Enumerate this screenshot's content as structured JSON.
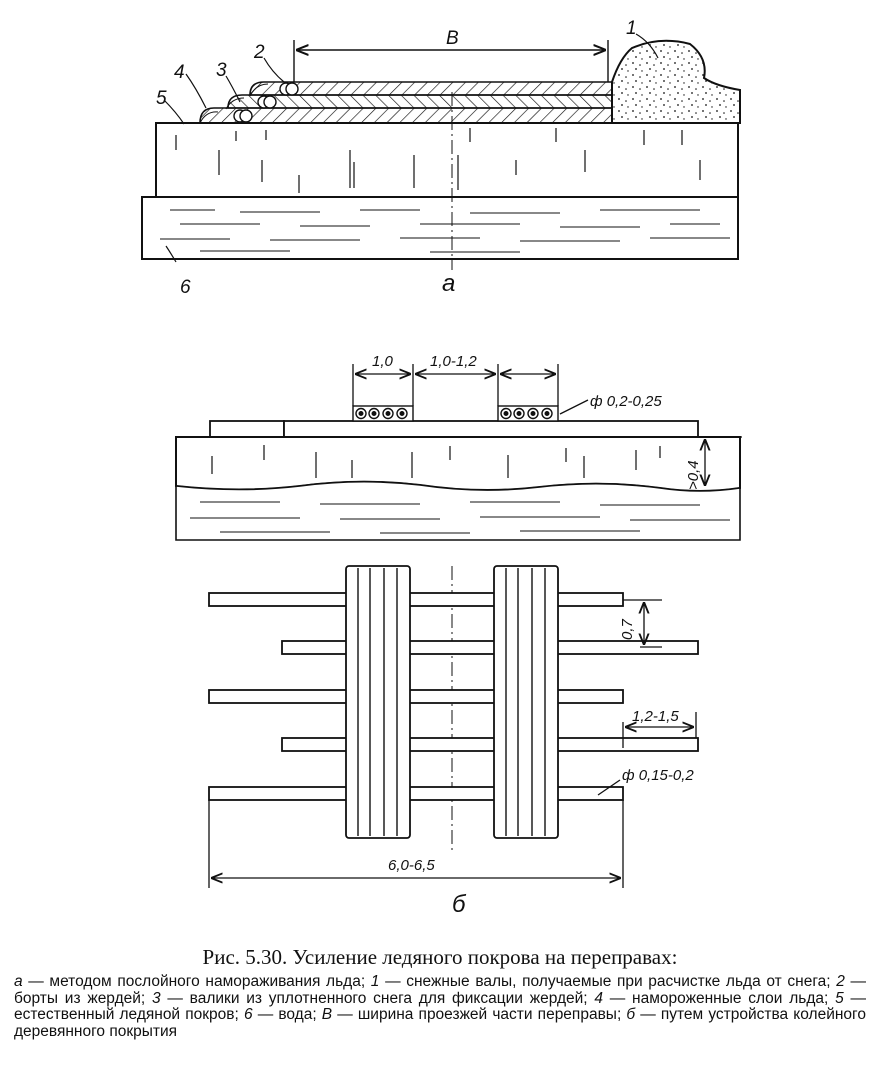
{
  "labels": {
    "n1": "1",
    "n2": "2",
    "n3": "3",
    "n4": "4",
    "n5": "5",
    "n6": "6",
    "width_b": "B",
    "sub_a": "а",
    "sub_b": "б"
  },
  "dims": {
    "track_width": "1,0",
    "track_gap": "1,0-1,2",
    "pole_dia_top": "ф 0,2-0,25",
    "ice_thickness": ">0,4",
    "log_spacing": "0,7",
    "overhang": "1,2-1,5",
    "pole_dia_bottom": "ф 0,15-0,2",
    "total_length": "6,0-6,5"
  },
  "caption": {
    "title": "Рис. 5.30. Усиление ледяного покрова на переправах:",
    "items": [
      {
        "key": "а",
        "text": " — методом послойного намораживания льда; "
      },
      {
        "key": "1",
        "text": " — снежные валы, получаемые при расчистке льда от снега; "
      },
      {
        "key": "2",
        "text": " — борты из жердей; "
      },
      {
        "key": "3",
        "text": " — валики из уплотненного снега для фиксации жердей; "
      },
      {
        "key": "4",
        "text": " — намороженные слои льда; "
      },
      {
        "key": "5",
        "text": " — естественный ледяной покров; "
      },
      {
        "key": "6",
        "text": " — вода; "
      },
      {
        "key": "В",
        "text": " — ширина проезжей части переправы; "
      },
      {
        "key": "б",
        "text": " — путем устройства колейного деревянного покрытия"
      }
    ]
  }
}
